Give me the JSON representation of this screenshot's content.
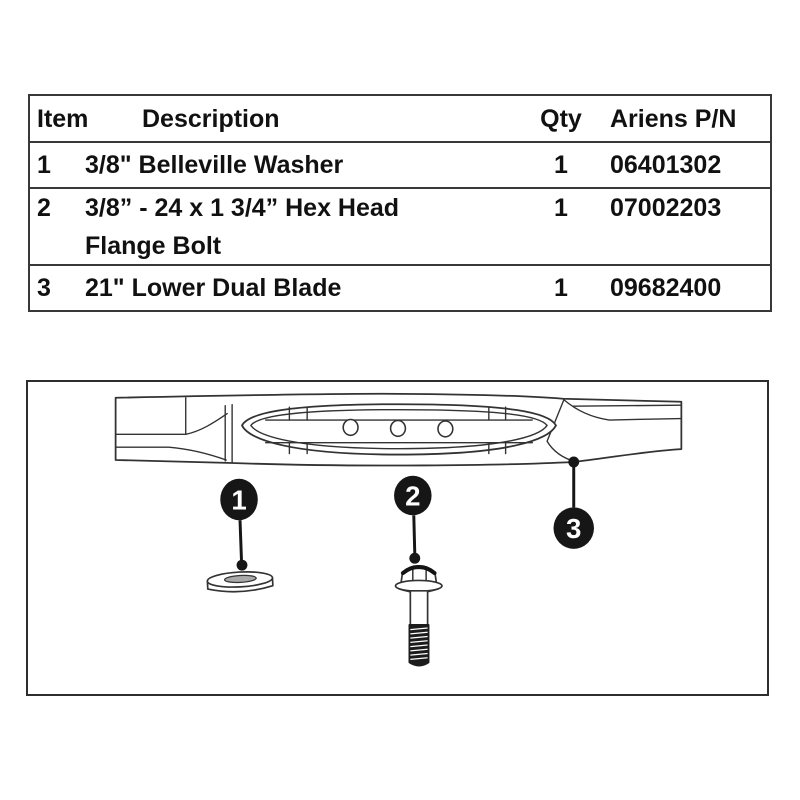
{
  "table": {
    "headers": {
      "item": "Item",
      "description": "Description",
      "qty": "Qty",
      "pn": "Ariens P/N"
    },
    "rows": [
      {
        "item": "1",
        "description": "3/8\" Belleville Washer",
        "qty": "1",
        "pn": "06401302"
      },
      {
        "item": "2",
        "description": "3/8” - 24 x 1 3/4” Hex Head\nFlange Bolt",
        "qty": "1",
        "pn": "07002203"
      },
      {
        "item": "3",
        "description": "21\" Lower Dual Blade",
        "qty": "1",
        "pn": "09682400"
      }
    ]
  },
  "diagram": {
    "callouts": [
      {
        "label": "1"
      },
      {
        "label": "2"
      },
      {
        "label": "3"
      }
    ],
    "colors": {
      "background": "#ffffff",
      "line": "#333333",
      "panel_border": "#2e2e2e",
      "table_border": "#383838",
      "balloon_fill": "#161616",
      "balloon_text": "#ffffff",
      "thread_fill": "#1c1c1c",
      "washer_hole": "#a9a9a9",
      "text": "#111111"
    }
  }
}
